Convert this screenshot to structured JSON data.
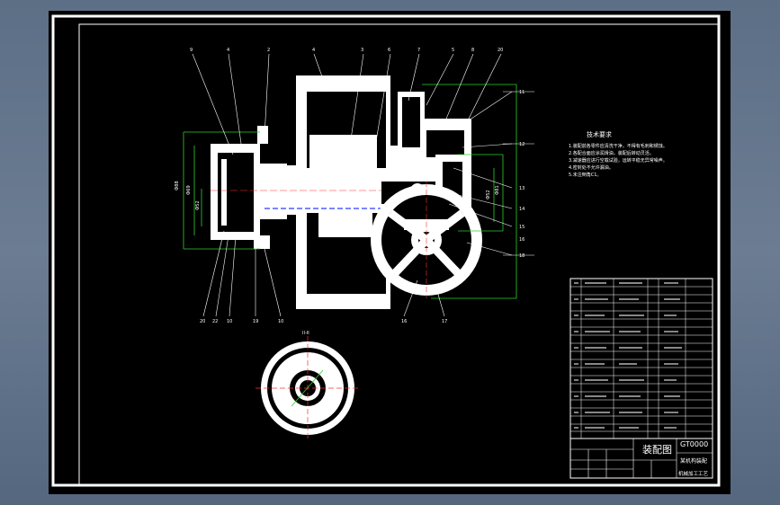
{
  "drawing": {
    "balloons_top": [
      "9",
      "4",
      "2",
      "4",
      "3",
      "6",
      "7",
      "5",
      "8",
      "20"
    ],
    "balloons_right": [
      "11",
      "12",
      "13",
      "14",
      "15",
      "16",
      "18"
    ],
    "balloons_bottom": [
      "20",
      "22",
      "10",
      "19",
      "10",
      "16",
      "17"
    ],
    "section_label": "II-II",
    "dims_left": [
      "Ф88",
      "Ф69",
      "Ф52"
    ],
    "dims_right": [
      "Ф81",
      "Ф52"
    ],
    "tech_req": {
      "title": "技术要求",
      "lines": [
        "1.装配前各零件应清洗干净，不得有毛刺和锈蚀。",
        "2.各配合面应涂润滑油，装配后转动灵活。",
        "3.减速器应进行空载试验，运转平稳无异常噪声。",
        "4.密封处不允许漏油。",
        "5.未注倒角C1。"
      ]
    },
    "title_block": {
      "title": "装配图",
      "code": "GT0000",
      "subtitle": "某机构装配",
      "school": "机械加工工艺"
    }
  }
}
